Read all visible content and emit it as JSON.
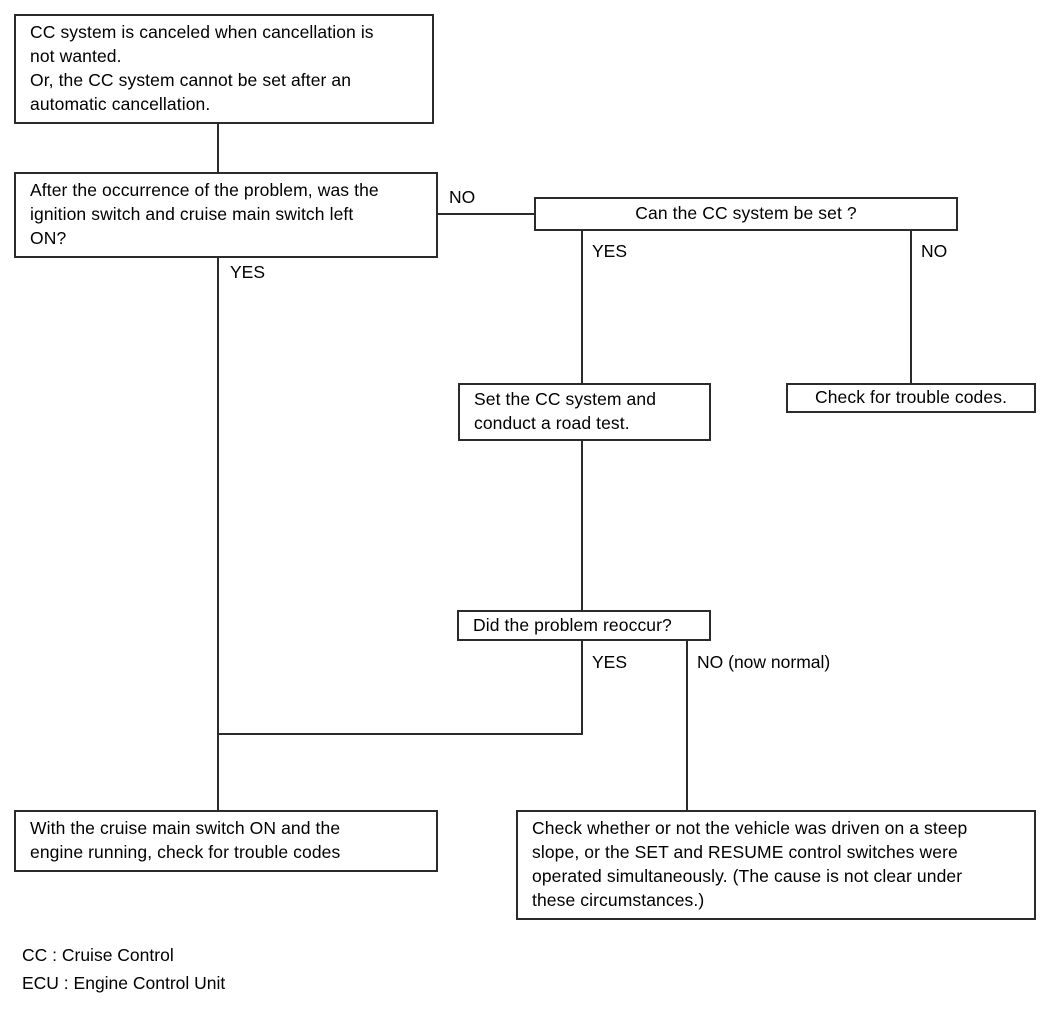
{
  "diagram": {
    "title": "Cruise Control System Troubleshooting Flowchart",
    "line_color": "#2b2b2b",
    "background_color": "#ffffff"
  },
  "nodes": {
    "symptom": {
      "text": "CC system is canceled when cancellation is\nnot wanted.\nOr, the CC system cannot be set after an\nautomatic cancellation."
    },
    "question_ignition": {
      "text": "After the occurrence of the problem, was the\nignition switch and cruise main switch left\nON?"
    },
    "question_can_set": {
      "text": "Can the CC system be set ?"
    },
    "action_road_test": {
      "text": "Set the CC system and\nconduct a road test."
    },
    "action_check_codes": {
      "text": "Check for trouble codes."
    },
    "question_reoccur": {
      "text": "Did the problem reoccur?"
    },
    "action_main_switch_codes": {
      "text": "With the cruise main switch ON and the\nengine running, check for trouble codes"
    },
    "action_steep_slope": {
      "text": "Check whether or not the vehicle was driven on a steep\nslope, or the SET and RESUME control switches were\noperated simultaneously. (The cause is not clear under\nthese circumstances.)"
    }
  },
  "edge_labels": {
    "ignition_no": "NO",
    "ignition_yes": "YES",
    "can_set_yes": "YES",
    "can_set_no": "NO",
    "reoccur_yes": "YES",
    "reoccur_no": "NO (now normal)"
  },
  "legend": {
    "cc": "CC : Cruise Control",
    "ecu": "ECU : Engine Control Unit"
  }
}
